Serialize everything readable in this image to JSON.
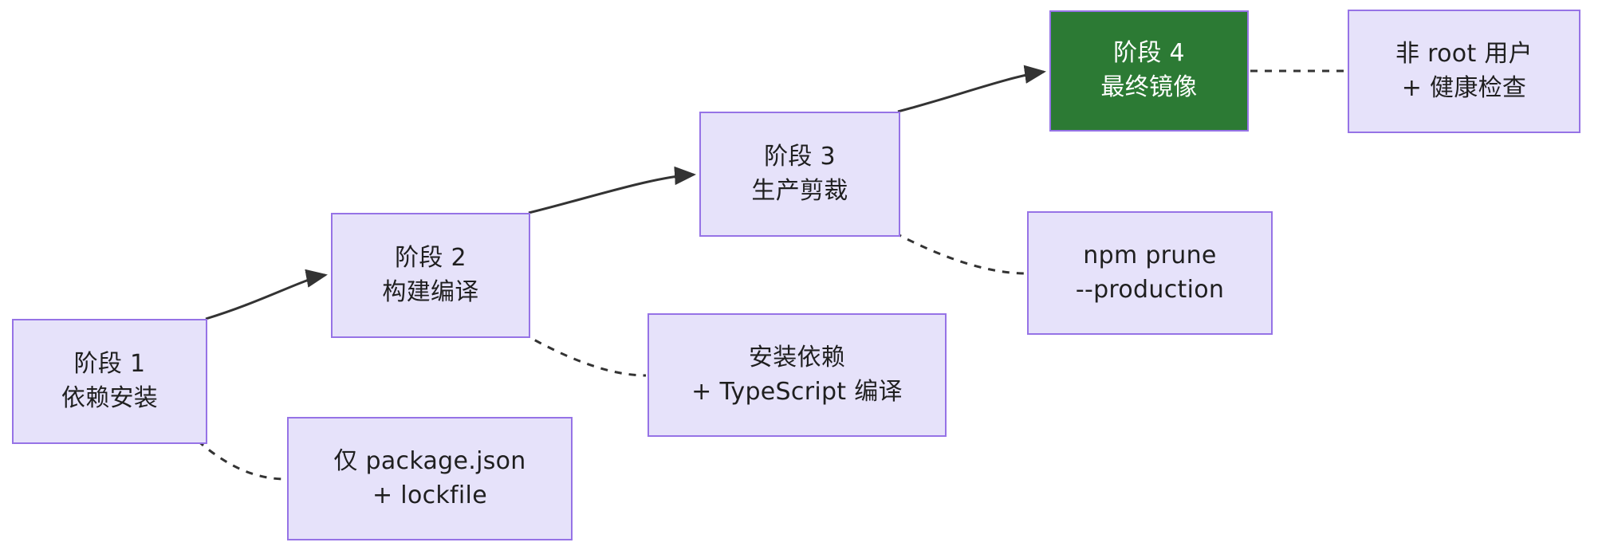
{
  "diagram": {
    "type": "flowchart",
    "direction": "left-to-right",
    "background_color": "#ffffff",
    "node_fill": "#E6E2FA",
    "node_stroke": "#9673E6",
    "highlight_fill": "#2C7A34",
    "highlight_text_color": "#FFFFFF",
    "text_color": "#1F1F1F",
    "edge_color": "#333333"
  },
  "stages": {
    "stage1": {
      "title": "阶段 1",
      "subtitle": "依赖安装"
    },
    "stage2": {
      "title": "阶段 2",
      "subtitle": "构建编译"
    },
    "stage3": {
      "title": "阶段 3",
      "subtitle": "生产剪裁"
    },
    "stage4": {
      "title": "阶段 4",
      "subtitle": "最终镜像"
    }
  },
  "notes": {
    "package": {
      "line1": "仅 package.json",
      "line2": "+ lockfile"
    },
    "typescript": {
      "line1": "安装依赖",
      "line2": "+ TypeScript 编译"
    },
    "prune": {
      "line1": "npm prune",
      "line2": "--production"
    },
    "user": {
      "line1": "非 root 用户",
      "line2": "+ 健康检查"
    }
  },
  "edges": [
    {
      "from": "stage1",
      "to": "stage2",
      "style": "solid",
      "arrow": true
    },
    {
      "from": "stage2",
      "to": "stage3",
      "style": "solid",
      "arrow": true
    },
    {
      "from": "stage3",
      "to": "stage4",
      "style": "solid",
      "arrow": true
    },
    {
      "from": "stage1",
      "to": "package",
      "style": "dotted",
      "arrow": false
    },
    {
      "from": "stage2",
      "to": "typescript",
      "style": "dotted",
      "arrow": false
    },
    {
      "from": "stage3",
      "to": "prune",
      "style": "dotted",
      "arrow": false
    },
    {
      "from": "stage4",
      "to": "user",
      "style": "dotted",
      "arrow": false
    }
  ]
}
